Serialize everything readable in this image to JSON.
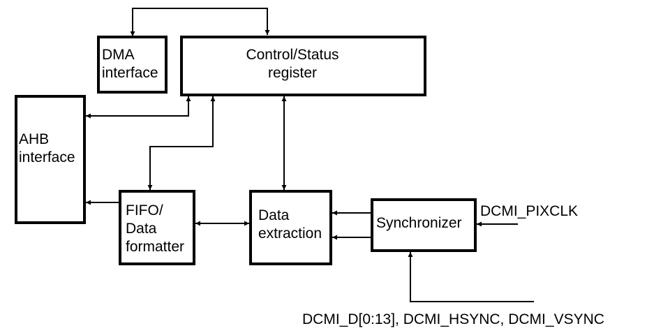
{
  "blocks": {
    "dma": {
      "line1": "DMA",
      "line2": "interface"
    },
    "control": {
      "line1": "Control/Status",
      "line2": "register"
    },
    "ahb": {
      "line1": "AHB",
      "line2": "interface"
    },
    "fifo": {
      "line1": "FIFO/",
      "line2": "Data",
      "line3": "formatter"
    },
    "extraction": {
      "line1": "Data",
      "line2": "extraction"
    },
    "sync": {
      "label": "Synchronizer"
    }
  },
  "signals": {
    "pixclk": "DCMI_PIXCLK",
    "data_bus": "DCMI_D[0:13], DCMI_HSYNC, DCMI_VSYNC"
  },
  "colors": {
    "stroke": "#000000",
    "background": "#ffffff"
  }
}
